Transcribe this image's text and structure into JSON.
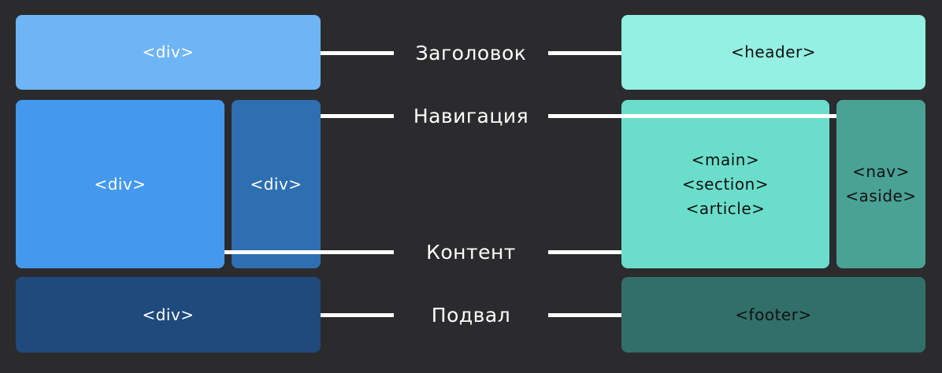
{
  "left": {
    "header": "<div>",
    "main": "<div>",
    "side": "<div>",
    "footer": "<div>"
  },
  "right": {
    "header": "<header>",
    "main": [
      "<main>",
      "<section>",
      "<article>"
    ],
    "side": [
      "<nav>",
      "<aside>"
    ],
    "footer": "<footer>"
  },
  "labels": {
    "header": "Заголовок",
    "nav": "Навигация",
    "content": "Контент",
    "footer": "Подвал"
  },
  "colors": {
    "background": "#2b2b2d",
    "left_header": "#6db5f5",
    "left_main": "#4499ee",
    "left_side": "#2e6fb2",
    "left_footer": "#1e4a7c",
    "right_header": "#93f0e2",
    "right_main": "#6bdecb",
    "right_side": "#4aa295",
    "right_footer": "#326f69"
  }
}
